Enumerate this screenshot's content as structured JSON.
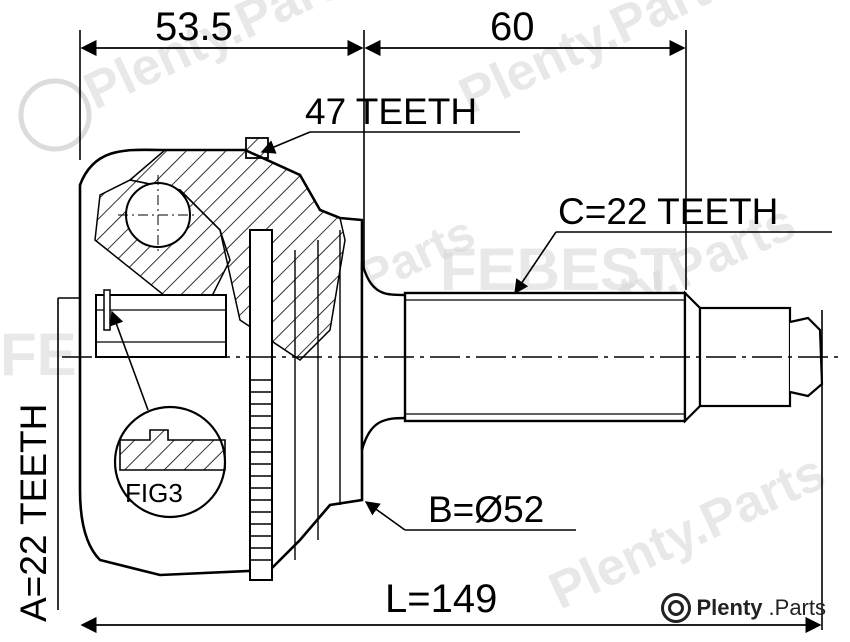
{
  "dimensions": {
    "top_left": "53.5",
    "top_right": "60",
    "overall_length": "L=149"
  },
  "labels": {
    "outer_teeth": "47 TEETH",
    "shaft_teeth": "C=22 TEETH",
    "inner_teeth": "A=22 TEETH",
    "seal_diameter": "B=Ø52",
    "figure_ref": "FIG3"
  },
  "watermark": {
    "site": "Plenty.Parts",
    "brand": "FEBEST"
  },
  "branding": {
    "name": "Plenty",
    "suffix": ".Parts",
    "icon": "brake-disc-icon"
  }
}
